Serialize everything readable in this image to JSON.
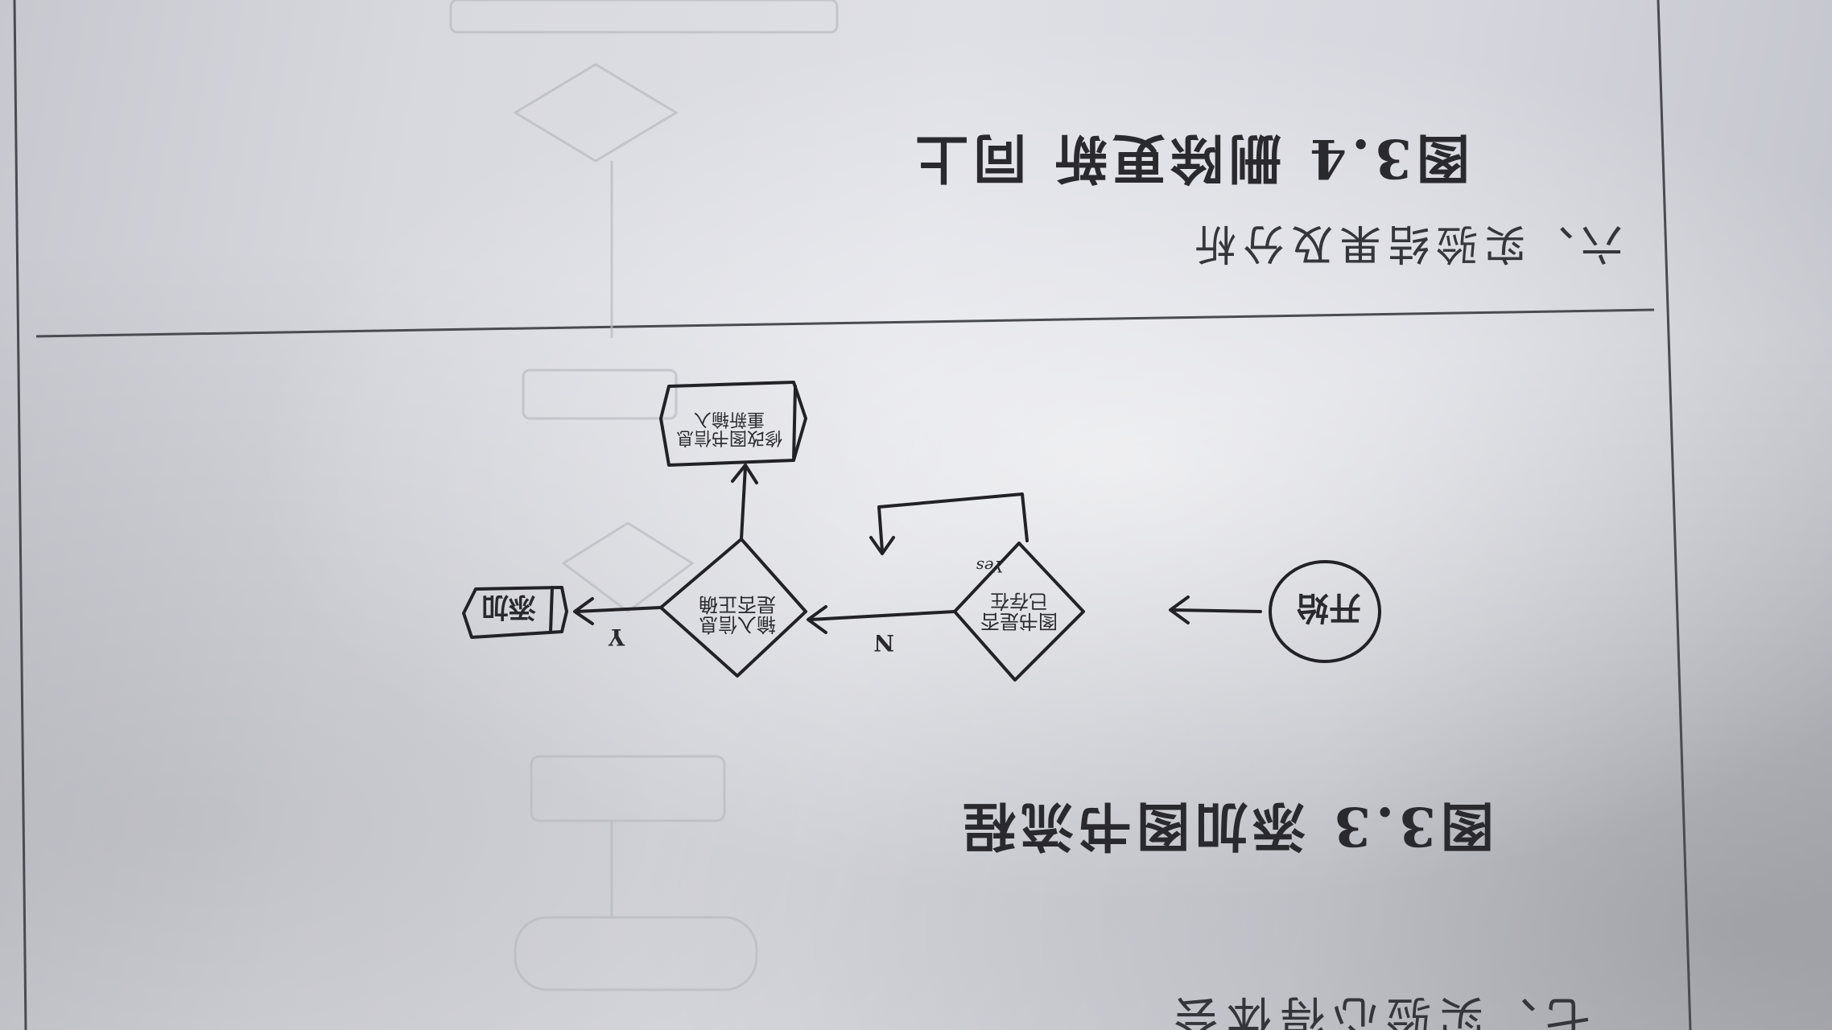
{
  "section_heading": "六、实验结果及分析",
  "captions": {
    "fig_3_3": "图3.3 添加图书流程",
    "fig_3_4": "图3.4 删除更新 同上"
  },
  "flowchart": {
    "start_node": "开始",
    "decision_1": "图书是否已存在",
    "decision_1_side_label": "Yes",
    "decision_1_branch_label": "N",
    "decision_2": "输入信息是否正确",
    "decision_2_branch_label": "Y",
    "process_box": "修改图书信息 重新输入",
    "end_node": "添加"
  },
  "bottom_partial_text": "七、实验心得体会"
}
